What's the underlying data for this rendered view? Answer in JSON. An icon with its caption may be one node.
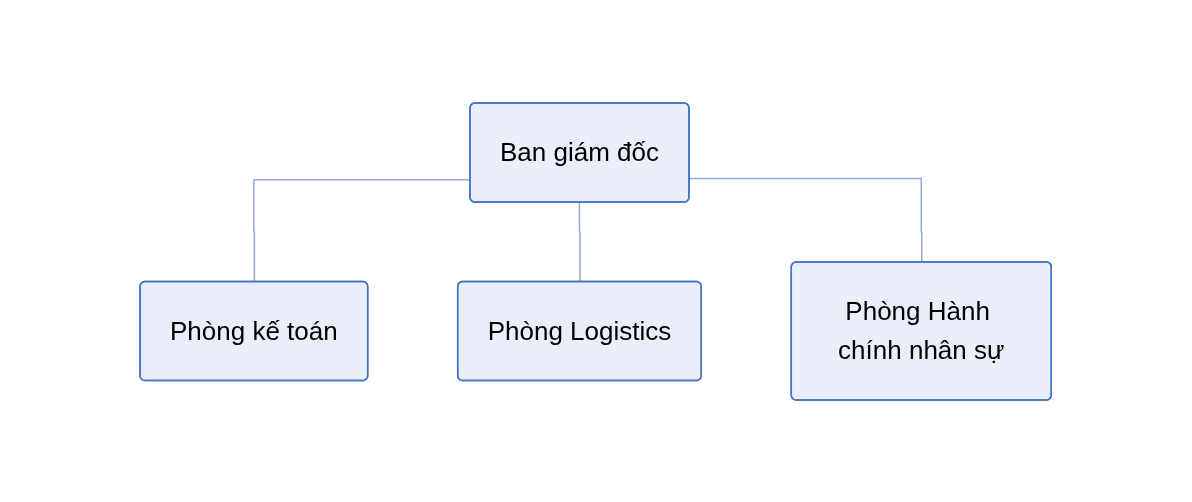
{
  "diagram": {
    "nodes": [
      {
        "text": [
          "Ban giám đốc"
        ]
      },
      {
        "text": [
          "Phòng kế toán"
        ]
      },
      {
        "text": [
          "Phòng Logistics"
        ]
      },
      {
        "text": [
          "Phòng Hành chính nhân sự"
        ]
      }
    ],
    "edges": [
      {
        "from": 0,
        "to": 1,
        "arrow": "none"
      },
      {
        "from": 0,
        "to": 2,
        "arrow": "none"
      },
      {
        "from": 0,
        "to": 3,
        "arrow": "none"
      }
    ]
  }
}
